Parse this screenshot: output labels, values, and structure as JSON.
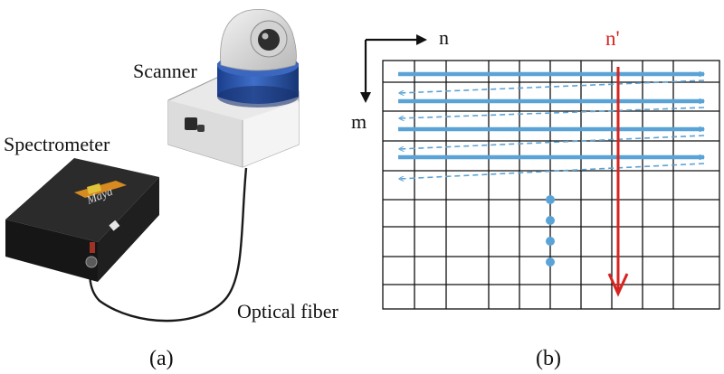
{
  "panel_a": {
    "caption": "(a)",
    "labels": {
      "scanner": "Scanner",
      "spectrometer": "Spectrometer",
      "fiber": "Optical fiber",
      "device_brand": "Maya"
    }
  },
  "panel_b": {
    "caption": "(b)",
    "axis_n": "n",
    "axis_m": "m",
    "n_prime": "n'",
    "colors": {
      "scan": "#5aa3d6",
      "n_prime": "#d8241f",
      "grid": "#111111"
    }
  }
}
